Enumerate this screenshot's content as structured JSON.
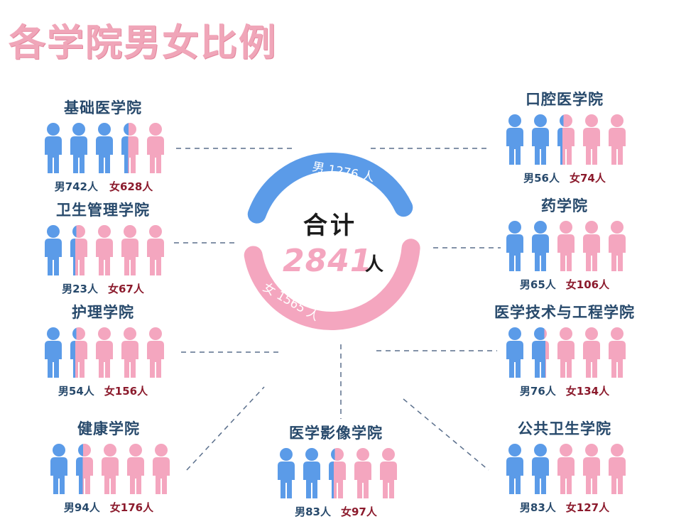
{
  "title": "各学院男女比例",
  "colors": {
    "male": "#5b9be8",
    "female": "#f4a6bf",
    "title": "#f0a6b9"
  },
  "total": {
    "label": "合计",
    "value": "2841",
    "unit": "人"
  },
  "ring": {
    "male_text": "男 1276 人",
    "female_text": "女 1565 人",
    "male": 1276,
    "female": 1565
  },
  "colleges": [
    {
      "name": "基础医学院",
      "male_text": "男742人",
      "female_text": "女628人",
      "male": 742,
      "female": 628,
      "male_icons": 3.4,
      "female_icons": 1.6
    },
    {
      "name": "口腔医学院",
      "male_text": "男56人",
      "female_text": "女74人",
      "male": 56,
      "female": 74,
      "male_icons": 2.3,
      "female_icons": 2.7
    },
    {
      "name": "卫生管理学院",
      "male_text": "男23人",
      "female_text": "女67人",
      "male": 23,
      "female": 67,
      "male_icons": 1.3,
      "female_icons": 3.7
    },
    {
      "name": "药学院",
      "male_text": "男65人",
      "female_text": "女106人",
      "male": 65,
      "female": 106,
      "male_icons": 2,
      "female_icons": 3
    },
    {
      "name": "护理学院",
      "male_text": "男54人",
      "female_text": "女156人",
      "male": 54,
      "female": 156,
      "male_icons": 1.3,
      "female_icons": 3.7
    },
    {
      "name": "医学技术与工程学院",
      "male_text": "男76人",
      "female_text": "女134人",
      "male": 76,
      "female": 134,
      "male_icons": 1.8,
      "female_icons": 3.2
    },
    {
      "name": "健康学院",
      "male_text": "男94人",
      "female_text": "女176人",
      "male": 94,
      "female": 176,
      "male_icons": 1.4,
      "female_icons": 3.6
    },
    {
      "name": "医学影像学院",
      "male_text": "男83人",
      "female_text": "女97人",
      "male": 83,
      "female": 97,
      "male_icons": 2.3,
      "female_icons": 2.7
    },
    {
      "name": "公共卫生学院",
      "male_text": "男83人",
      "female_text": "女127人",
      "male": 83,
      "female": 127,
      "male_icons": 2,
      "female_icons": 3
    }
  ]
}
